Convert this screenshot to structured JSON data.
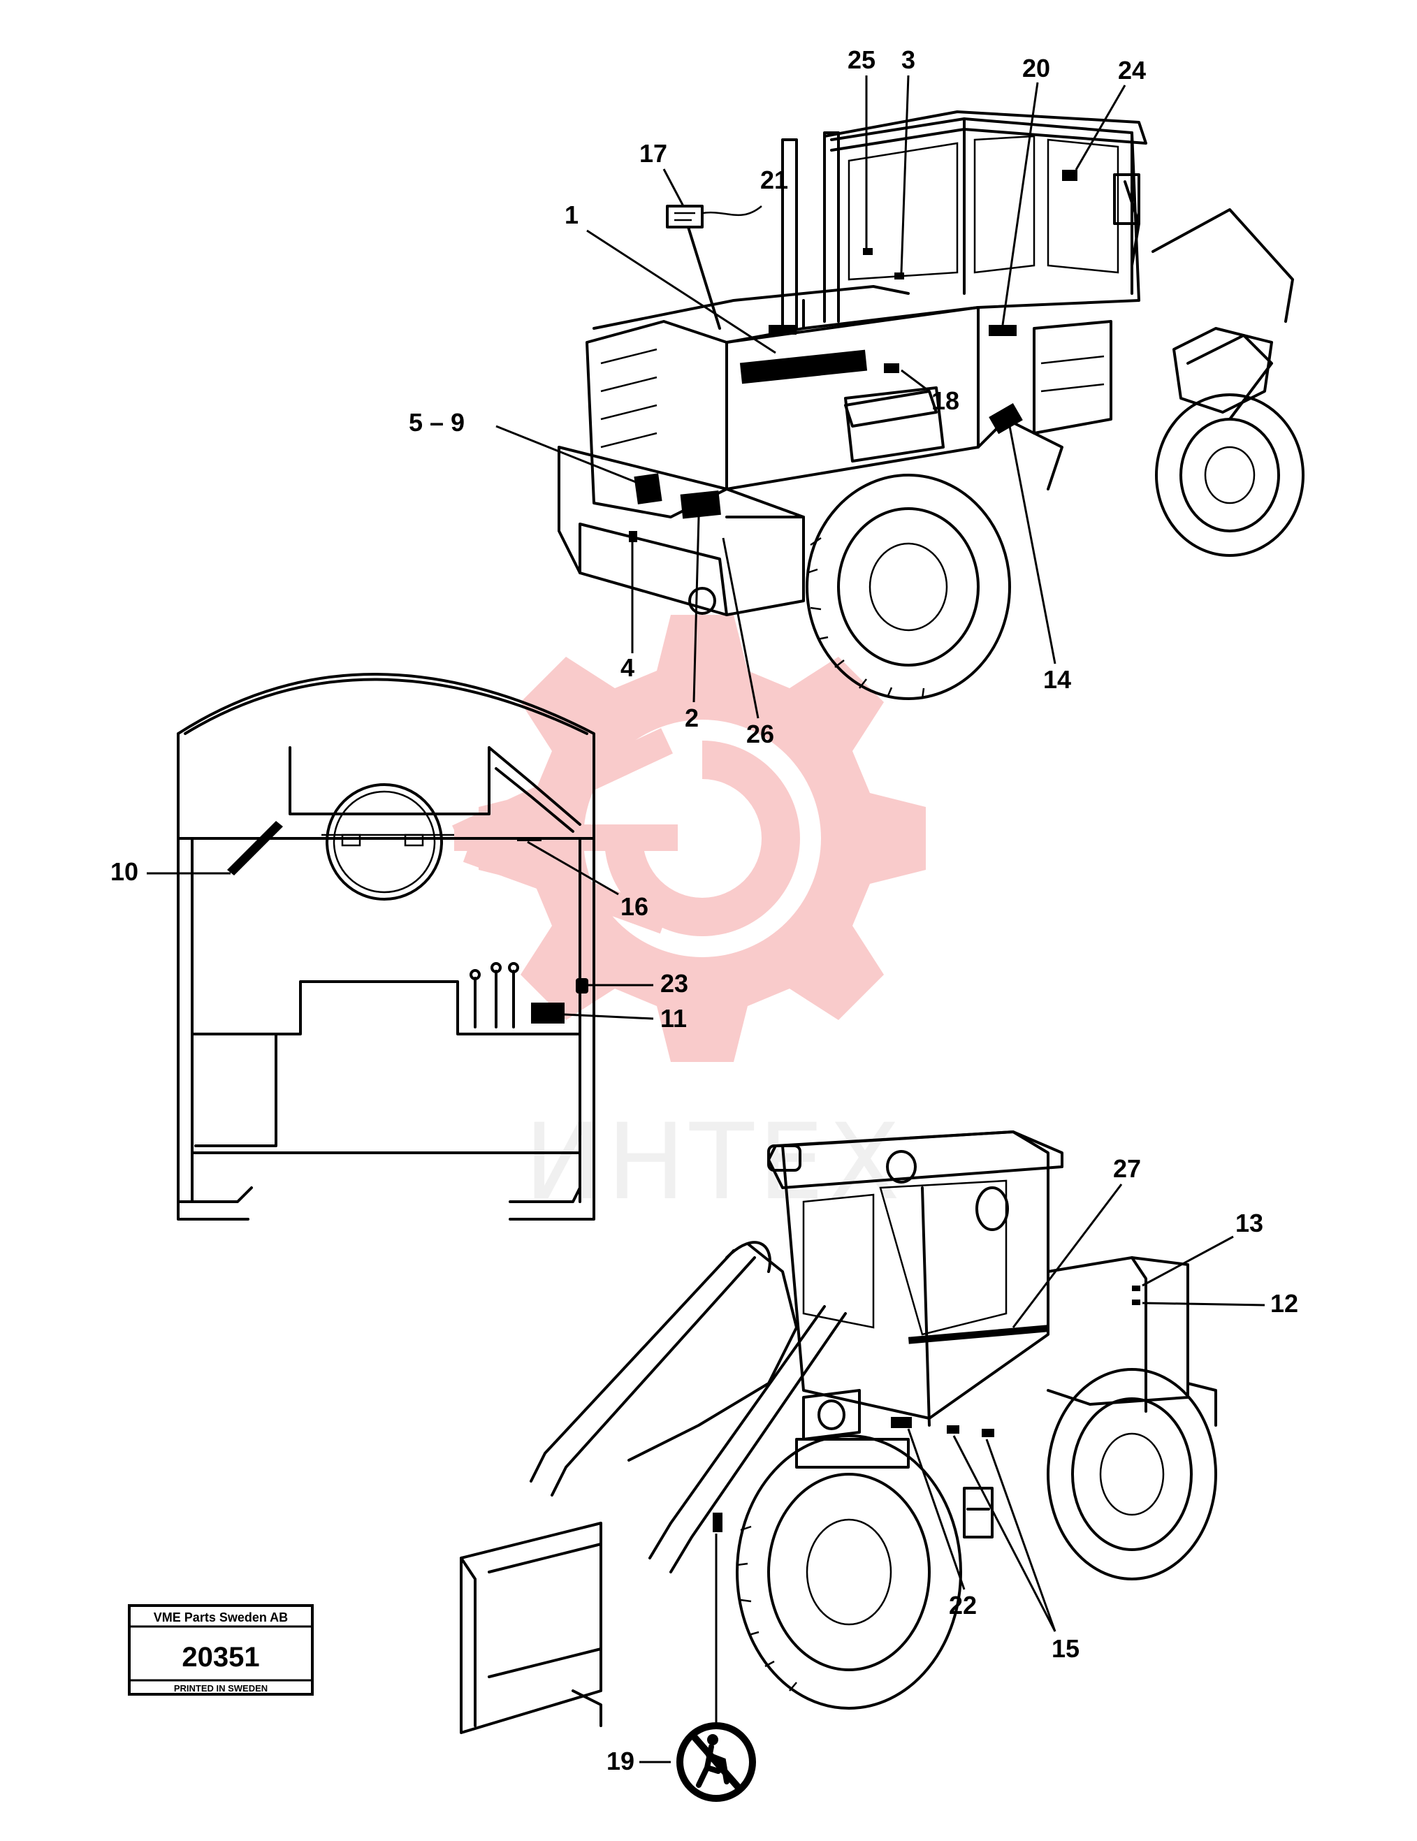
{
  "callouts": {
    "c1": "1",
    "c2": "2",
    "c3": "3",
    "c4": "4",
    "c5_9": "5 – 9",
    "c10": "10",
    "c11": "11",
    "c12": "12",
    "c13": "13",
    "c14": "14",
    "c15": "15",
    "c16": "16",
    "c17": "17",
    "c18": "18",
    "c19": "19",
    "c20": "20",
    "c21": "21",
    "c22": "22",
    "c23": "23",
    "c24": "24",
    "c25": "25",
    "c26": "26",
    "c27": "27"
  },
  "watermark": {
    "text": "ИНТЕХ",
    "color": "#f28c8c"
  },
  "stamp": {
    "company": "VME Parts Sweden AB",
    "number": "20351",
    "footer": "PRINTED IN SWEDEN"
  },
  "icons": {
    "watermark_gear": "gear-wrench-logo-icon",
    "no_pedestrian": "no-pedestrian-sign-icon"
  }
}
